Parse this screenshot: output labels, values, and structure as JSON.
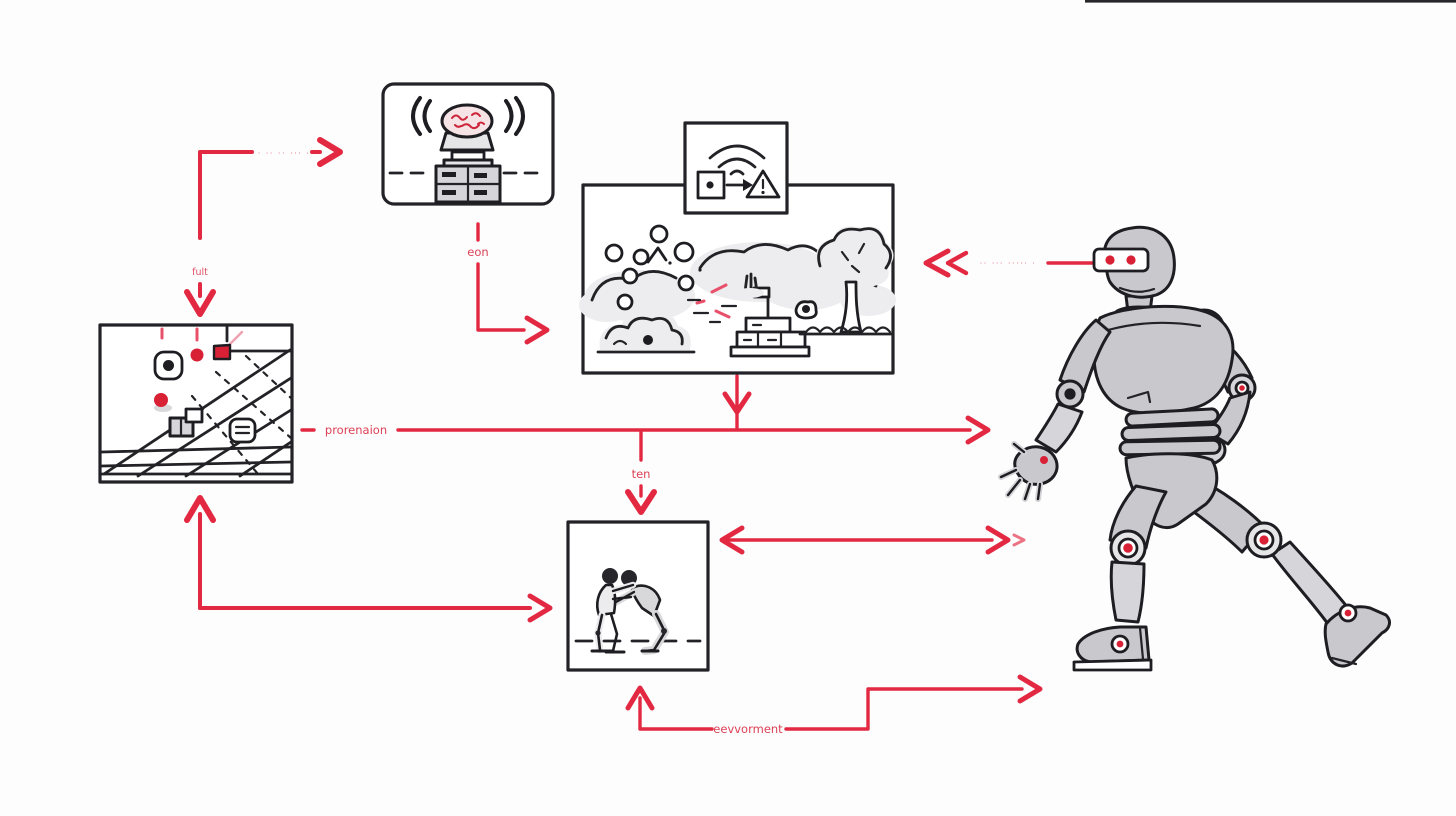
{
  "diagram": {
    "arrow_labels": {
      "top_dots": "· ·· ·· ··· ·",
      "flow_down": "fult",
      "eon": "eon",
      "perception": "prorenaion",
      "ten": "ten",
      "environment": "eevvorment",
      "gaze_dots": "·· ··· ····· ·"
    },
    "nodes": [
      {
        "id": "ai-brain-server",
        "icons": [
          "sound-waves-icon",
          "brain-icon",
          "server-rack-icon"
        ]
      },
      {
        "id": "signal-alert",
        "icons": [
          "wifi-icon",
          "sensor-square-icon",
          "flow-arrow-icon",
          "warning-triangle-icon"
        ]
      },
      {
        "id": "environment-scene",
        "icons": [
          "cloud-icon",
          "bubbles-icon",
          "bush-icon",
          "flag-podium-icon",
          "grass-icon",
          "tree-icon"
        ]
      },
      {
        "id": "grid-map",
        "icons": [
          "target-icon",
          "waypoint-dot-icon",
          "red-flag-square-icon",
          "cubes-icon",
          "note-icon",
          "floor-grid-icon"
        ]
      },
      {
        "id": "training-figures",
        "icons": [
          "figures-icon"
        ]
      },
      {
        "id": "humanoid-robot",
        "icons": [
          "robot-icon"
        ]
      }
    ],
    "colors": {
      "arrow_red": "#e22941",
      "label_red": "#dc4055",
      "outline_black": "#232327",
      "robot_gray": "#c9c9cd",
      "panel_light_gray": "#ededef",
      "joint_red": "#d92136"
    }
  }
}
